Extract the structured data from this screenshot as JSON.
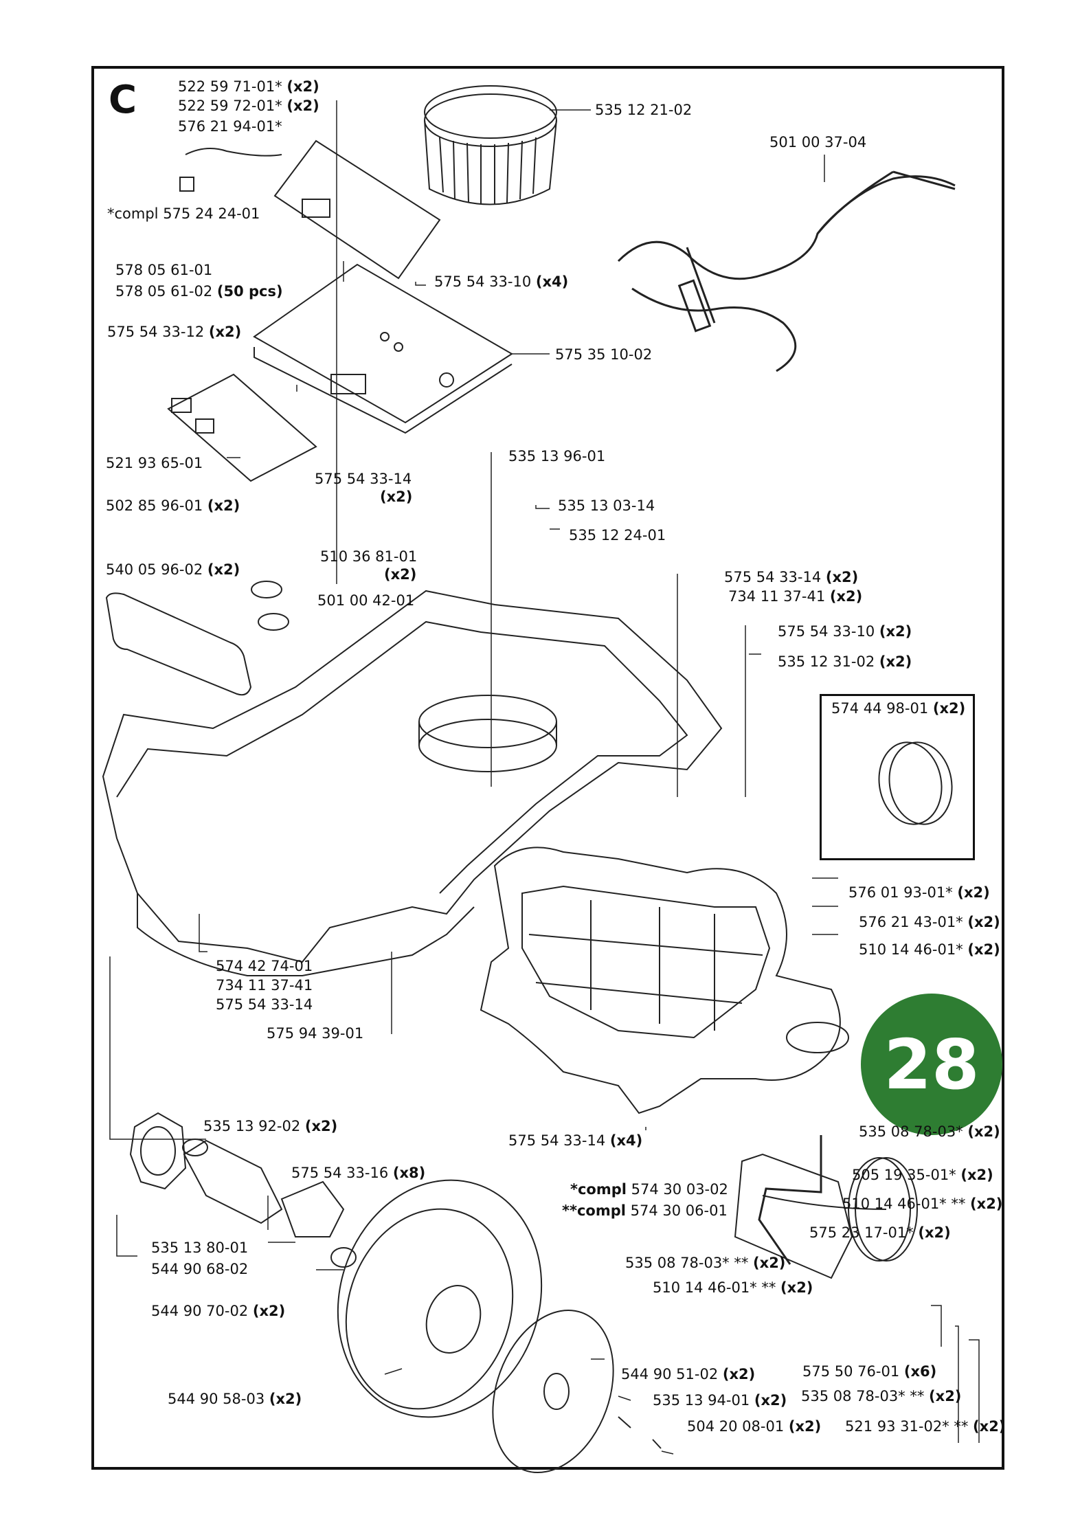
{
  "section": "C",
  "page_number": "28",
  "inset": {
    "part": "574 44 98-01",
    "qty": "(x2)"
  },
  "notes": [
    {
      "mark": "*compl",
      "part": "574 30 03-02"
    },
    {
      "mark": "**compl",
      "part": "574 30 06-01"
    }
  ],
  "parts": [
    {
      "part": "522 59 71-01*",
      "qty": "(x2)"
    },
    {
      "part": "522 59 72-01*",
      "qty": "(x2)"
    },
    {
      "part": "576 21 94-01*",
      "qty": ""
    },
    {
      "part": "*compl 575 24 24-01",
      "qty": ""
    },
    {
      "part": "535 12 21-02",
      "qty": ""
    },
    {
      "part": "501 00 37-04",
      "qty": ""
    },
    {
      "part": "578 05 61-01",
      "qty": ""
    },
    {
      "part": "578 05 61-02",
      "qty": "(50 pcs)"
    },
    {
      "part": "575 54 33-10",
      "qty": "(x4)"
    },
    {
      "part": "575 54 33-12",
      "qty": "(x2)"
    },
    {
      "part": "575 35 10-02",
      "qty": ""
    },
    {
      "part": "521 93 65-01",
      "qty": ""
    },
    {
      "part": "535 13 96-01",
      "qty": ""
    },
    {
      "part": "575 54 33-14",
      "qty": "(x2)"
    },
    {
      "part": "502 85 96-01",
      "qty": "(x2)"
    },
    {
      "part": "535 13 03-14",
      "qty": ""
    },
    {
      "part": "535 12 24-01",
      "qty": ""
    },
    {
      "part": "510 36 81-01",
      "qty": "(x2)"
    },
    {
      "part": "540 05 96-02",
      "qty": "(x2)"
    },
    {
      "part": "575 54 33-14",
      "qty": "(x2)"
    },
    {
      "part": "734 11 37-41",
      "qty": "(x2)"
    },
    {
      "part": "501 00 42-01",
      "qty": ""
    },
    {
      "part": "575 54 33-10",
      "qty": "(x2)"
    },
    {
      "part": "535 12 31-02",
      "qty": "(x2)"
    },
    {
      "part": "576 01 93-01*",
      "qty": "(x2)"
    },
    {
      "part": "576 21 43-01*",
      "qty": "(x2)"
    },
    {
      "part": "510 14 46-01*",
      "qty": "(x2)"
    },
    {
      "part": "574 42 74-01",
      "qty": ""
    },
    {
      "part": "734 11 37-41",
      "qty": ""
    },
    {
      "part": "575 54 33-14",
      "qty": ""
    },
    {
      "part": "575 94 39-01",
      "qty": ""
    },
    {
      "part": "535 13 92-02",
      "qty": "(x2)"
    },
    {
      "part": "575 54 33-14",
      "qty": "(x4)"
    },
    {
      "part": "535 08 78-03*",
      "qty": "(x2)"
    },
    {
      "part": "505 19 35-01*",
      "qty": "(x2)"
    },
    {
      "part": "575 54 33-16",
      "qty": "(x8)"
    },
    {
      "part": "510 14 46-01* **",
      "qty": "(x2)"
    },
    {
      "part": "575 23 17-01*",
      "qty": "(x2)"
    },
    {
      "part": "535 13 80-01",
      "qty": ""
    },
    {
      "part": "544 90 68-02",
      "qty": ""
    },
    {
      "part": "535 08 78-03* **",
      "qty": "(x2)"
    },
    {
      "part": "510 14 46-01* **",
      "qty": "(x2)"
    },
    {
      "part": "544 90 70-02",
      "qty": "(x2)"
    },
    {
      "part": "575 50 76-01",
      "qty": "(x6)"
    },
    {
      "part": "544 90 51-02",
      "qty": "(x2)"
    },
    {
      "part": "535 08 78-03* **",
      "qty": "(x2)"
    },
    {
      "part": "544 90 58-03",
      "qty": "(x2)"
    },
    {
      "part": "535 13 94-01",
      "qty": "(x2)"
    },
    {
      "part": "504 20 08-01",
      "qty": "(x2)"
    },
    {
      "part": "521 93 31-02* **",
      "qty": "(x2)"
    }
  ]
}
